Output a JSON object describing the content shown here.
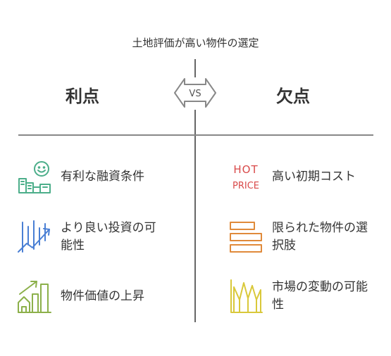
{
  "title": "土地評価が高い物件の選定",
  "vs_label": "VS",
  "left": {
    "header": "利点",
    "items": [
      {
        "text": "有利な融資条件",
        "icon": "happy-money-icon",
        "color": "#4cae8a"
      },
      {
        "text": "より良い投資の可能性",
        "icon": "growth-chart-icon",
        "color": "#4a7fd4"
      },
      {
        "text": "物件価値の上昇",
        "icon": "house-rising-value-icon",
        "color": "#8cb04a"
      }
    ]
  },
  "right": {
    "header": "欠点",
    "items": [
      {
        "text": "高い初期コスト",
        "icon": "hot-price-icon",
        "color": "#d94a4a",
        "icon_text": [
          "HOT",
          "PRICE"
        ]
      },
      {
        "text": "限られた物件の選択肢",
        "icon": "limited-options-icon",
        "color": "#e08a3a"
      },
      {
        "text": "市場の変動の可能性",
        "icon": "market-fluctuation-icon",
        "color": "#d9c83a"
      }
    ]
  }
}
